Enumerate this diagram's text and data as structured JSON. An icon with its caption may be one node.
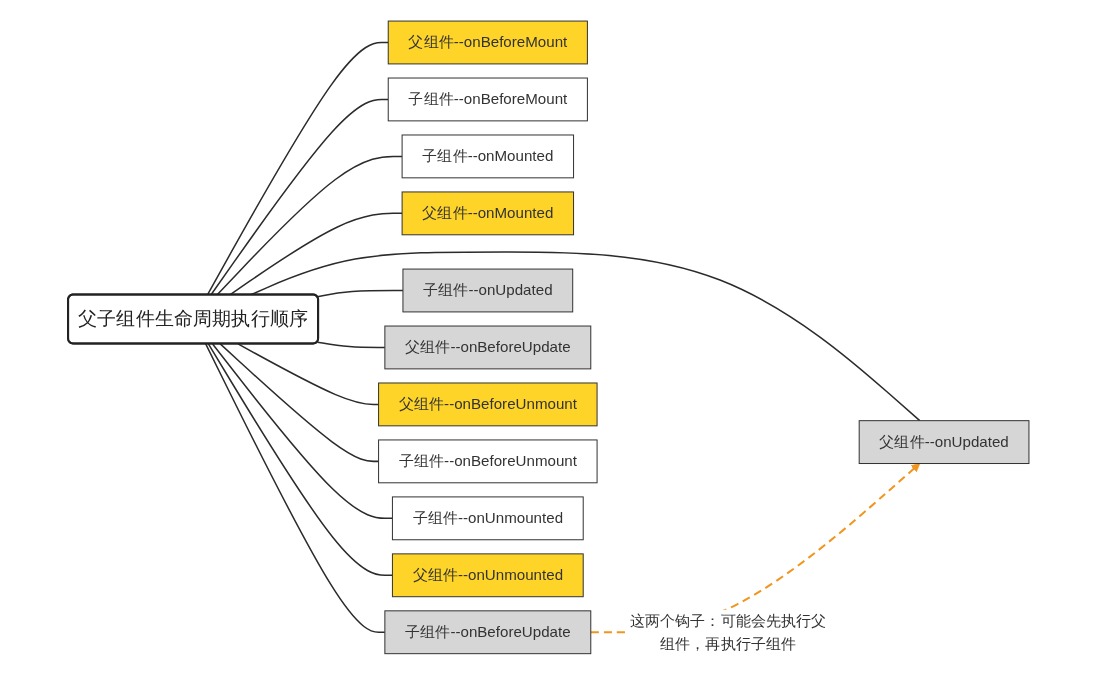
{
  "diagram": {
    "nodes": [
      {
        "text": [
          "父子组件生命周期执行顺序"
        ]
      },
      {
        "text": [
          "父组件--onBeforeMount"
        ]
      },
      {
        "text": [
          "子组件--onBeforeMount"
        ]
      },
      {
        "text": [
          "子组件--onMounted"
        ]
      },
      {
        "text": [
          "父组件--onMounted"
        ]
      },
      {
        "text": [
          "子组件--onBeforeUpdate"
        ]
      },
      {
        "text": [
          "子组件--onUpdated"
        ]
      },
      {
        "text": [
          "父组件--onBeforeUpdate"
        ]
      },
      {
        "text": [
          "父组件--onUpdated"
        ]
      },
      {
        "text": [
          "父组件--onBeforeUnmount"
        ]
      },
      {
        "text": [
          "子组件--onBeforeUnmount"
        ]
      },
      {
        "text": [
          "子组件--onUnmounted"
        ]
      },
      {
        "text": [
          "父组件--onUnmounted"
        ]
      }
    ],
    "edges": [
      {
        "from": 0,
        "to": 1,
        "arrow": "none"
      },
      {
        "from": 0,
        "to": 2,
        "arrow": "none"
      },
      {
        "from": 0,
        "to": 3,
        "arrow": "none"
      },
      {
        "from": 0,
        "to": 4,
        "arrow": "none"
      },
      {
        "from": 0,
        "to": 5,
        "arrow": "none"
      },
      {
        "from": 0,
        "to": 6,
        "arrow": "none"
      },
      {
        "from": 0,
        "to": 7,
        "arrow": "none"
      },
      {
        "from": 0,
        "to": 8,
        "arrow": "none"
      },
      {
        "from": 0,
        "to": 9,
        "arrow": "none"
      },
      {
        "from": 0,
        "to": 10,
        "arrow": "none"
      },
      {
        "from": 0,
        "to": 11,
        "arrow": "none"
      },
      {
        "from": 0,
        "to": 12,
        "arrow": "none"
      },
      {
        "from": 5,
        "to": 8,
        "arrow": "to",
        "label": "这两个钩子：可能会先执行父组件，再执行子组件",
        "style": "dashed",
        "color": "#f0961e"
      }
    ]
  }
}
